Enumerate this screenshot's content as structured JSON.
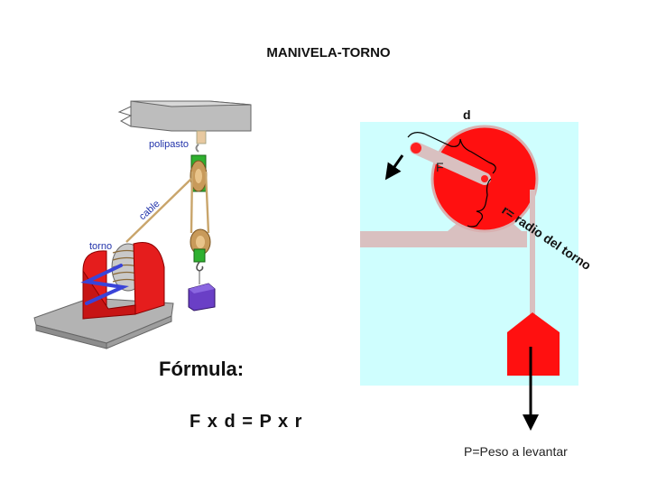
{
  "title": "MANIVELA-TORNO",
  "left_diagram": {
    "labels": {
      "polipasto": "polipasto",
      "cable": "cable",
      "torno": "torno"
    }
  },
  "right_diagram": {
    "labels": {
      "d": "d",
      "F": "F",
      "r": "r= radio del torno"
    },
    "colors": {
      "background": "#cffefe",
      "drum": "#ff1010",
      "support": "#d9c0c0"
    }
  },
  "formula": {
    "label": "Fórmula:",
    "equation": "F x d = P x r"
  },
  "weight_caption": "P=Peso a levantar"
}
